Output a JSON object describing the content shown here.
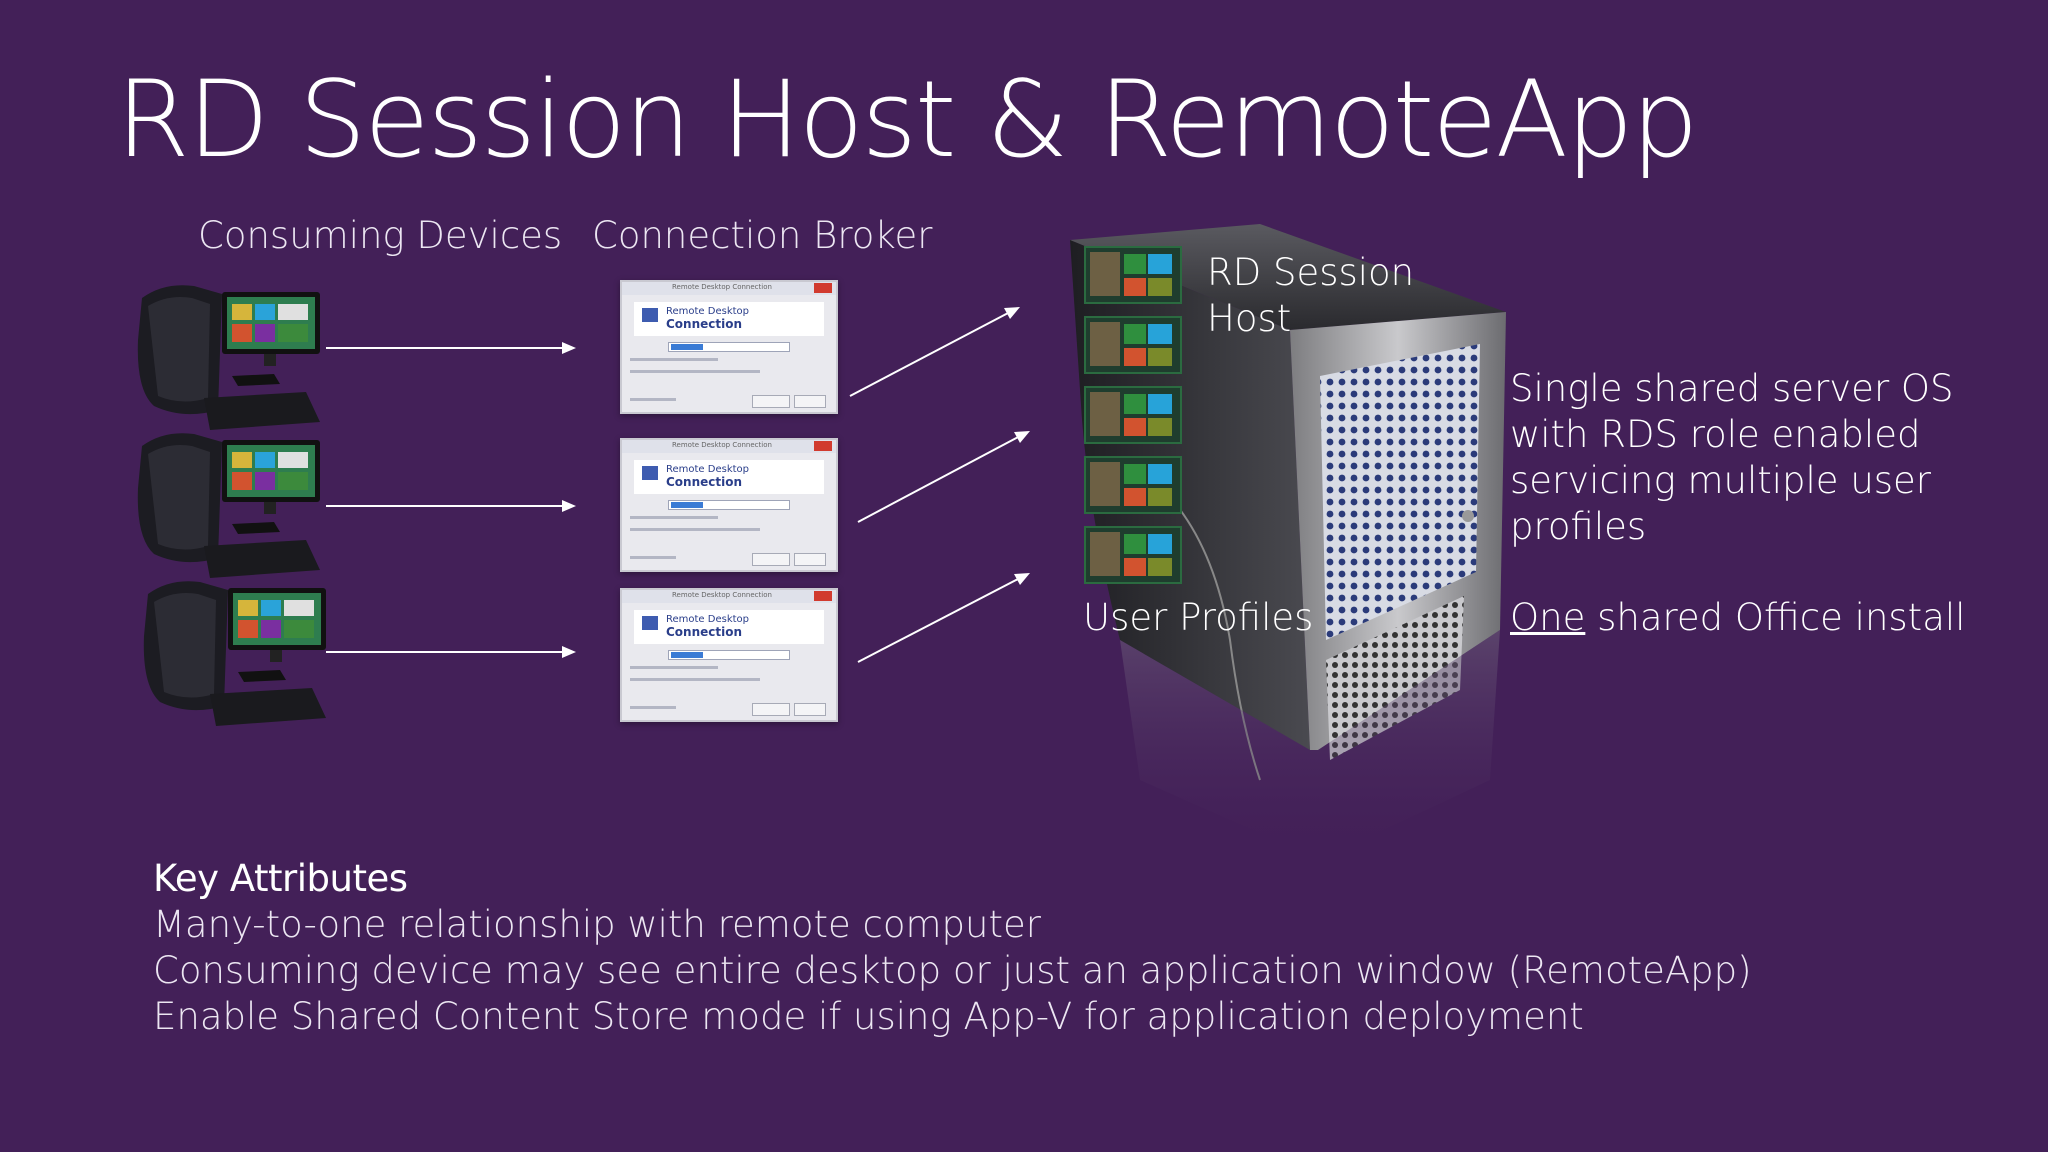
{
  "title": "RD Session Host & RemoteApp",
  "columns": {
    "consuming_devices": "Consuming Devices",
    "connection_broker": "Connection Broker"
  },
  "dialog": {
    "window_title": "Remote Desktop Connection",
    "line1": "Remote Desktop",
    "line2": "Connection"
  },
  "server": {
    "label_line1": "RD Session",
    "label_line2": "Host",
    "profiles_label": "User Profiles"
  },
  "description": {
    "lines": [
      "Single shared server OS",
      "with RDS role enabled",
      "servicing multiple user",
      "profiles"
    ],
    "office_underlined": "One",
    "office_rest": " shared Office install"
  },
  "key_attributes": {
    "heading": "Key Attributes",
    "items": [
      "Many-to-one relationship with remote computer",
      "Consuming device may see entire desktop or just an application window (RemoteApp)",
      "Enable Shared Content Store mode if using App-V for application deployment"
    ]
  },
  "colors": {
    "background": "#432058",
    "text": "#ffffff",
    "tile_border": "#2b6b40",
    "server_metal": "#8a8a8a"
  },
  "icons": [
    "desktop-computer-icon",
    "remote-desktop-dialog-icon",
    "server-tower-icon",
    "user-profile-tile-icon",
    "arrow-icon"
  ]
}
